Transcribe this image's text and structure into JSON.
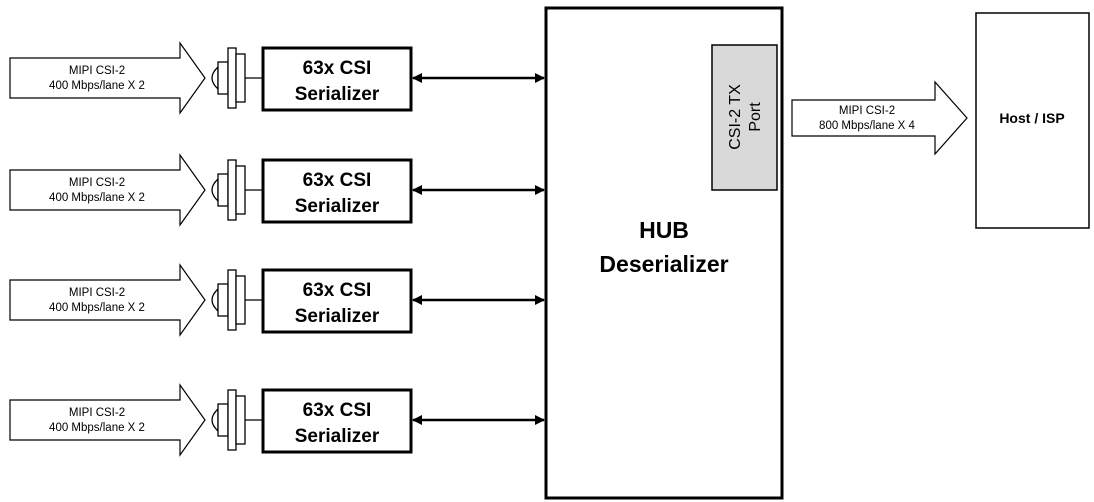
{
  "inputs": [
    {
      "line1": "MIPI CSI-2",
      "line2": "400 Mbps/lane X 2"
    },
    {
      "line1": "MIPI CSI-2",
      "line2": "400 Mbps/lane X 2"
    },
    {
      "line1": "MIPI CSI-2",
      "line2": "400 Mbps/lane X 2"
    },
    {
      "line1": "MIPI CSI-2",
      "line2": "400 Mbps/lane X 2"
    }
  ],
  "serializers": [
    {
      "line1": "63x CSI",
      "line2": "Serializer"
    },
    {
      "line1": "63x CSI",
      "line2": "Serializer"
    },
    {
      "line1": "63x CSI",
      "line2": "Serializer"
    },
    {
      "line1": "63x CSI",
      "line2": "Serializer"
    }
  ],
  "hub": {
    "line1": "HUB",
    "line2": "Deserializer"
  },
  "tx_port": {
    "line1": "CSI-2 TX",
    "line2": "Port"
  },
  "output": {
    "line1": "MIPI CSI-2",
    "line2": "800 Mbps/lane X 4"
  },
  "host": {
    "label": "Host / ISP"
  },
  "colors": {
    "stroke": "#000000",
    "port_fill": "#d9d9d9",
    "background": "#ffffff"
  }
}
